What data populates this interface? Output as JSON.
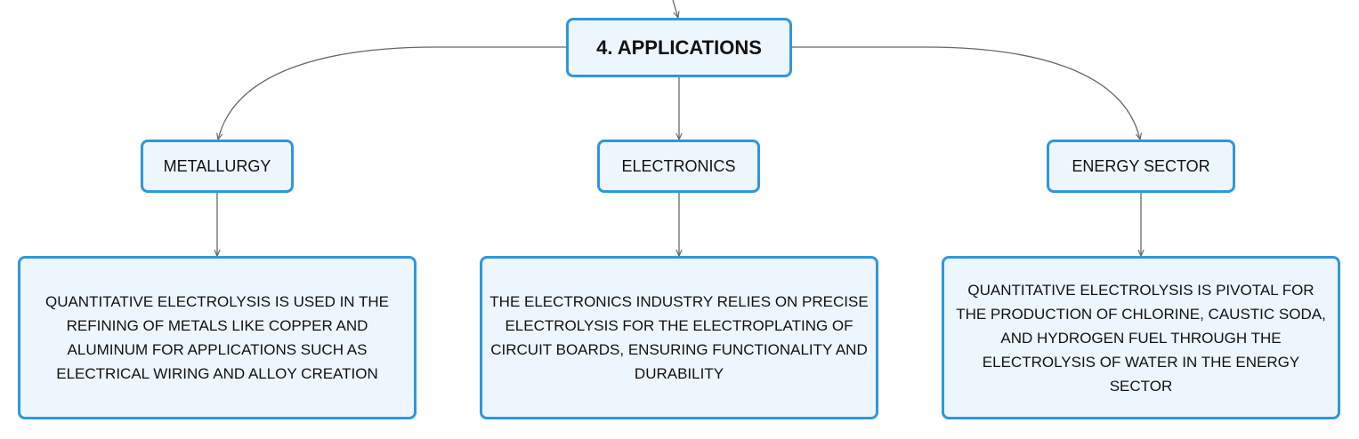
{
  "root": {
    "label": "4. APPLICATIONS"
  },
  "branches": [
    {
      "label": "METALLURGY",
      "description": "QUANTITATIVE ELECTROLYSIS IS USED IN THE REFINING OF METALS LIKE COPPER AND ALUMINUM FOR APPLICATIONS SUCH AS ELECTRICAL WIRING AND ALLOY CREATION"
    },
    {
      "label": "ELECTRONICS",
      "description": "THE ELECTRONICS INDUSTRY RELIES ON PRECISE ELECTROLYSIS FOR THE ELECTROPLATING OF CIRCUIT BOARDS, ENSURING FUNCTIONALITY AND DURABILITY"
    },
    {
      "label": "ENERGY SECTOR",
      "description": "QUANTITATIVE ELECTROLYSIS IS PIVOTAL FOR THE PRODUCTION OF CHLORINE, CAUSTIC SODA, AND HYDROGEN FUEL THROUGH THE ELECTROLYSIS OF WATER IN THE ENERGY SECTOR"
    }
  ],
  "colors": {
    "node_border": "#2f97db",
    "node_fill": "#eef6fd",
    "connector": "#666666"
  }
}
